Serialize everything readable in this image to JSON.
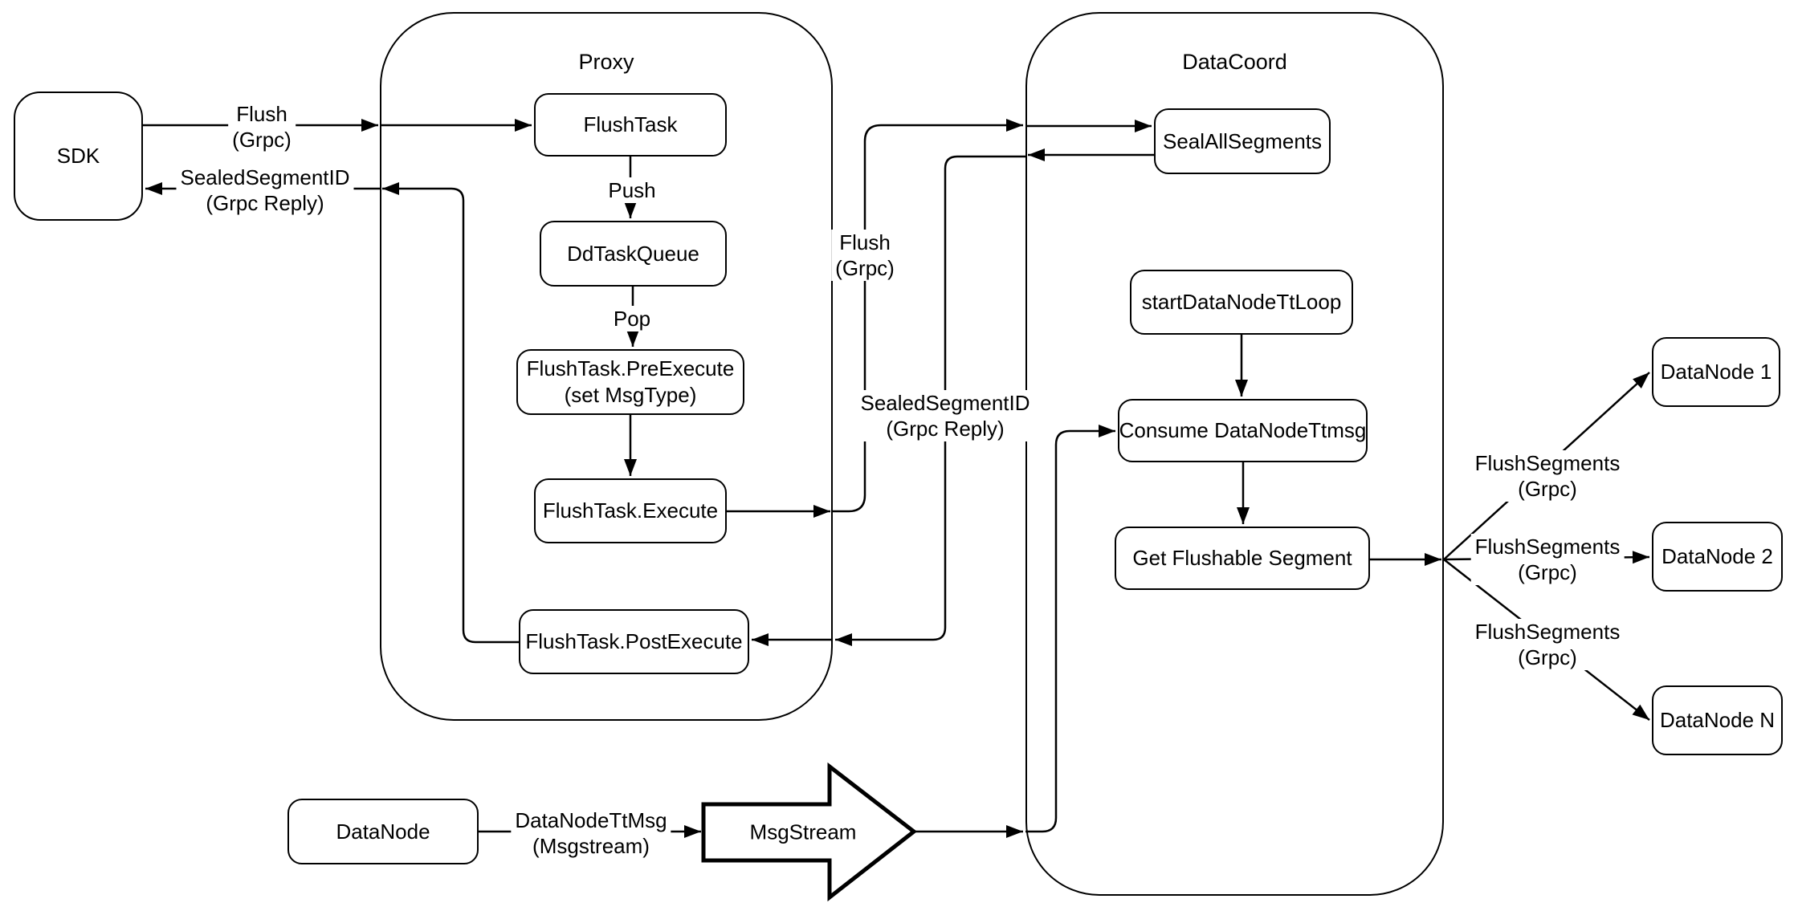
{
  "colors": {
    "stroke": "#000000",
    "background": "#ffffff"
  },
  "containers": {
    "proxy": {
      "label": "Proxy"
    },
    "datacoord": {
      "label": "DataCoord"
    }
  },
  "nodes": {
    "sdk": {
      "label": "SDK"
    },
    "flushTask": {
      "label": "FlushTask"
    },
    "ddTaskQueue": {
      "label": "DdTaskQueue"
    },
    "preExecute": {
      "label": "FlushTask.PreExecute",
      "sublabel": "(set MsgType)"
    },
    "execute": {
      "label": "FlushTask.Execute"
    },
    "postExecute": {
      "label": "FlushTask.PostExecute"
    },
    "sealAllSegments": {
      "label": "SealAllSegments"
    },
    "startDataNodeTtLoop": {
      "label": "startDataNodeTtLoop"
    },
    "consumeDataNodeTtmsg": {
      "label": "Consume DataNodeTtmsg"
    },
    "getFlushableSegment": {
      "label": "Get Flushable Segment"
    },
    "dataNode1": {
      "label": "DataNode 1"
    },
    "dataNode2": {
      "label": "DataNode 2"
    },
    "dataNodeN": {
      "label": "DataNode N"
    },
    "dataNode": {
      "label": "DataNode"
    },
    "msgStream": {
      "label": "MsgStream"
    }
  },
  "edgeLabels": {
    "sdkFlush": {
      "line1": "Flush",
      "line2": "(Grpc)"
    },
    "sdkReply": {
      "line1": "SealedSegmentID",
      "line2": "(Grpc Reply)"
    },
    "push": {
      "line1": "Push"
    },
    "pop": {
      "line1": "Pop"
    },
    "coordFlush": {
      "line1": "Flush",
      "line2": "(Grpc)"
    },
    "coordReply": {
      "line1": "SealedSegmentID",
      "line2": "(Grpc Reply)"
    },
    "flushSegments1": {
      "line1": "FlushSegments",
      "line2": "(Grpc)"
    },
    "flushSegments2": {
      "line1": "FlushSegments",
      "line2": "(Grpc)"
    },
    "flushSegments3": {
      "line1": "FlushSegments",
      "line2": "(Grpc)"
    },
    "dataNodeTtMsg": {
      "line1": "DataNodeTtMsg",
      "line2": "(Msgstream)"
    }
  }
}
